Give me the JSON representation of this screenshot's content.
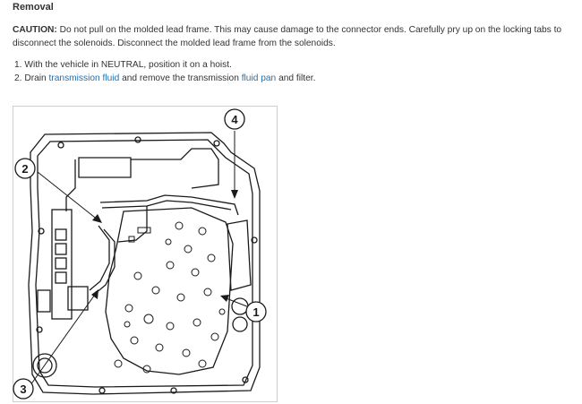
{
  "section": {
    "heading": "Removal"
  },
  "caution": {
    "label": "CAUTION:",
    "text": " Do not pull on the molded lead frame. This may cause damage to the connector ends. Carefully pry up on the locking tabs to disconnect the solenoids. Disconnect the molded lead frame from the solenoids."
  },
  "steps": [
    {
      "number": "1.",
      "text_before": "With the vehicle in NEUTRAL, position it on a hoist.",
      "link1": "",
      "text_mid": "",
      "link2": "",
      "text_after": ""
    },
    {
      "number": "2.",
      "text_before": "Drain ",
      "link1": "transmission fluid",
      "text_mid": " and remove the transmission ",
      "link2": "fluid pan",
      "text_after": " and filter."
    }
  ],
  "figure": {
    "callouts": [
      "1",
      "2",
      "3",
      "4"
    ]
  }
}
